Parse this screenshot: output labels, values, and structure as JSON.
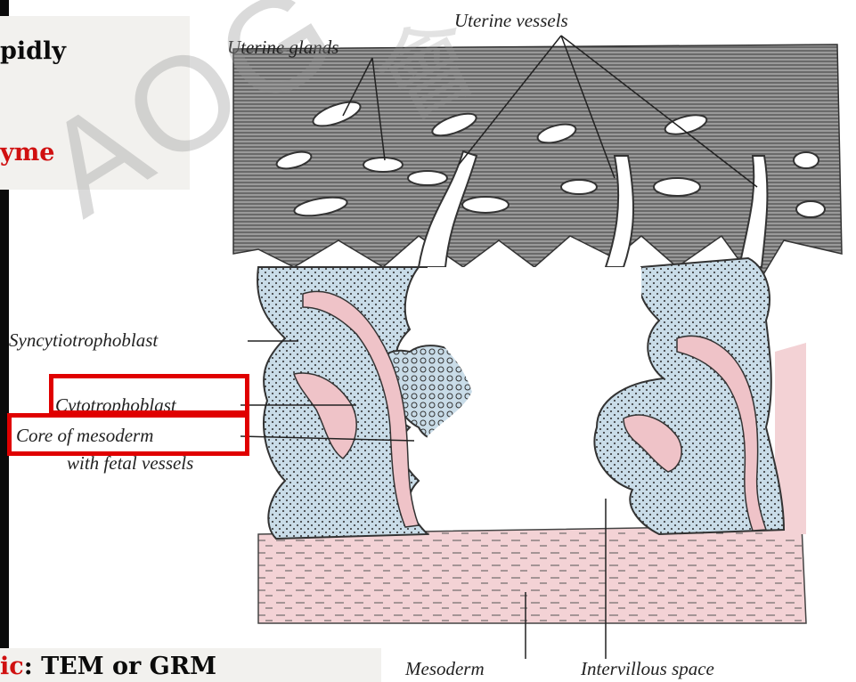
{
  "slide": {
    "top_text_line1": "pidly",
    "top_text_line2": "yme",
    "bottom_text_red": "ic",
    "bottom_text_black": ": TEM or GRM"
  },
  "figure": {
    "labels": {
      "uterine_vessels": "Uterine vessels",
      "uterine_glands": "Uterine glands",
      "syncytiotrophoblast": "Syncytiotrophoblast",
      "cytotrophoblast": "Cytotrophoblast",
      "core_line1": "Core of mesoderm",
      "core_line2": "with fetal vessels",
      "mesoderm": "Mesoderm",
      "intervillous_space": "Intervillous space"
    }
  },
  "watermark": {
    "text": "AOG",
    "cjk": "會"
  },
  "colors": {
    "highlight": "#e00000",
    "accent_text": "#d01010",
    "villus_blue": "#c8dbe6",
    "mesoderm_pink": "#f0c8cc",
    "decidua_gray": "#8c8c8c"
  }
}
